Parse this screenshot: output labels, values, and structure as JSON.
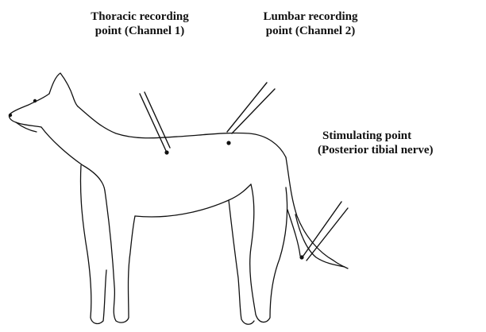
{
  "labels": {
    "thoracic": {
      "line1": "Thoracic recording",
      "line2": "point (Channel 1)"
    },
    "lumbar": {
      "line1": "Lumbar recording",
      "line2": "point (Channel 2)"
    },
    "stimulating": {
      "line1": "Stimulating point",
      "line2": "(Posterior tibial nerve)"
    }
  },
  "colors": {
    "ink": "#111111",
    "background": "#ffffff"
  }
}
